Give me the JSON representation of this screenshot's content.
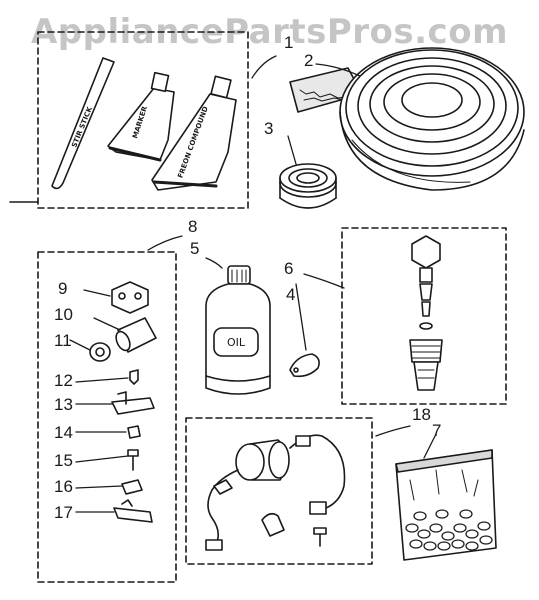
{
  "watermark": "AppliancePartsPros.com",
  "part_numbers": [
    "1",
    "2",
    "3",
    "4",
    "5",
    "6",
    "7",
    "8",
    "9",
    "10",
    "11",
    "12",
    "13",
    "14",
    "15",
    "16",
    "17",
    "18"
  ],
  "product_labels": {
    "stir_stick": "STIR STICK",
    "marker": "MARKER",
    "freon_compound": "FREON COMPOUND",
    "oil": "OIL"
  }
}
